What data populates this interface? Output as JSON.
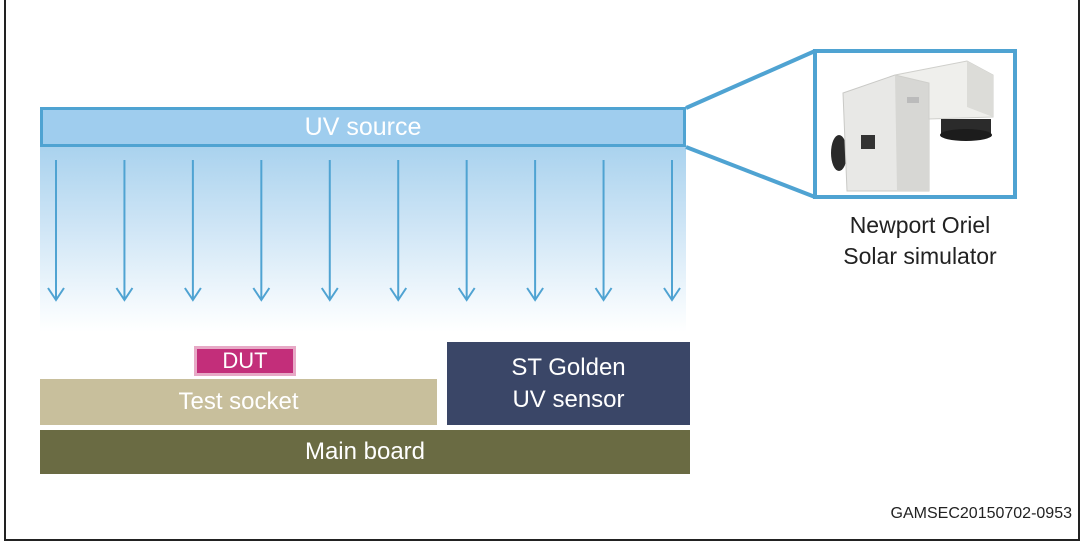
{
  "diagram": {
    "uv_source_label": "UV source",
    "simulator_caption_line1": "Newport Oriel",
    "simulator_caption_line2": "Solar simulator",
    "dut_label": "DUT",
    "test_socket_label": "Test socket",
    "sensor_label_line1": "ST Golden",
    "sensor_label_line2": "UV sensor",
    "main_board_label": "Main board",
    "reference_code": "GAMSEC20150702-0953",
    "arrow_count": 10
  },
  "colors": {
    "uv_blue": "#9fcdee",
    "uv_border": "#4fa3d2",
    "dut_magenta": "#c32e7a",
    "socket_tan": "#c8bf9c",
    "sensor_navy": "#3a4667",
    "board_olive": "#6a6b43"
  }
}
